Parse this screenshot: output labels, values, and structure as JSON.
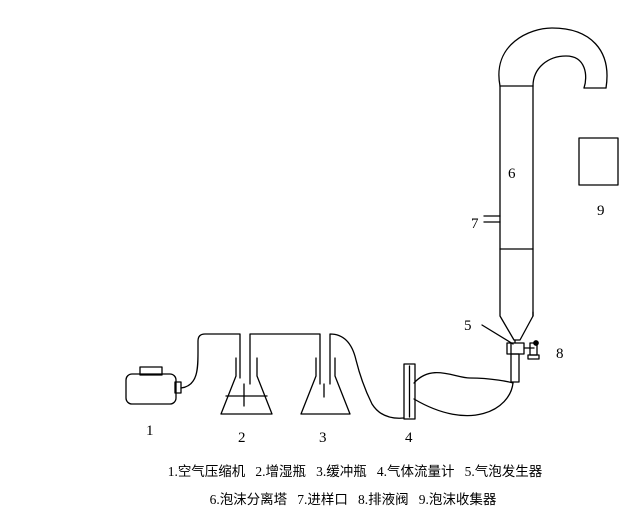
{
  "labels": {
    "compressor": "1",
    "humidifier": "2",
    "buffer": "3",
    "flowmeter": "4",
    "foam_generator": "5",
    "tower": "6",
    "sampling_port": "7",
    "drain_valve": "8",
    "collector": "9"
  },
  "caption": {
    "line1": "1.空气压缩机   2.增湿瓶   3.缓冲瓶   4.气体流量计   5.气泡发生器",
    "line2": "6.泡沫分离塔   7.进样口   8.排液阀   9.泡沫收集器"
  }
}
